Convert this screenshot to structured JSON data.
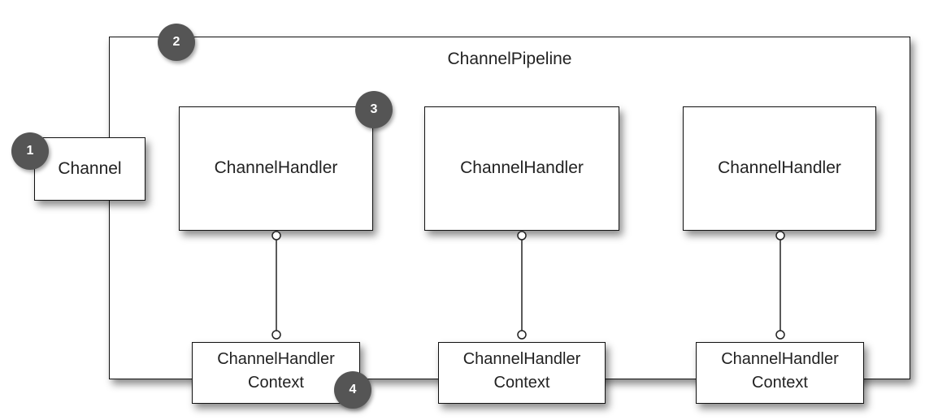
{
  "pipeline": {
    "label": "ChannelPipeline"
  },
  "channel": {
    "label": "Channel"
  },
  "handlers": [
    {
      "label": "ChannelHandler"
    },
    {
      "label": "ChannelHandler"
    },
    {
      "label": "ChannelHandler"
    }
  ],
  "contexts": [
    {
      "line1": "ChannelHandler",
      "line2": "Context"
    },
    {
      "line1": "ChannelHandler",
      "line2": "Context"
    },
    {
      "line1": "ChannelHandler",
      "line2": "Context"
    }
  ],
  "badges": [
    "1",
    "2",
    "3",
    "4"
  ]
}
